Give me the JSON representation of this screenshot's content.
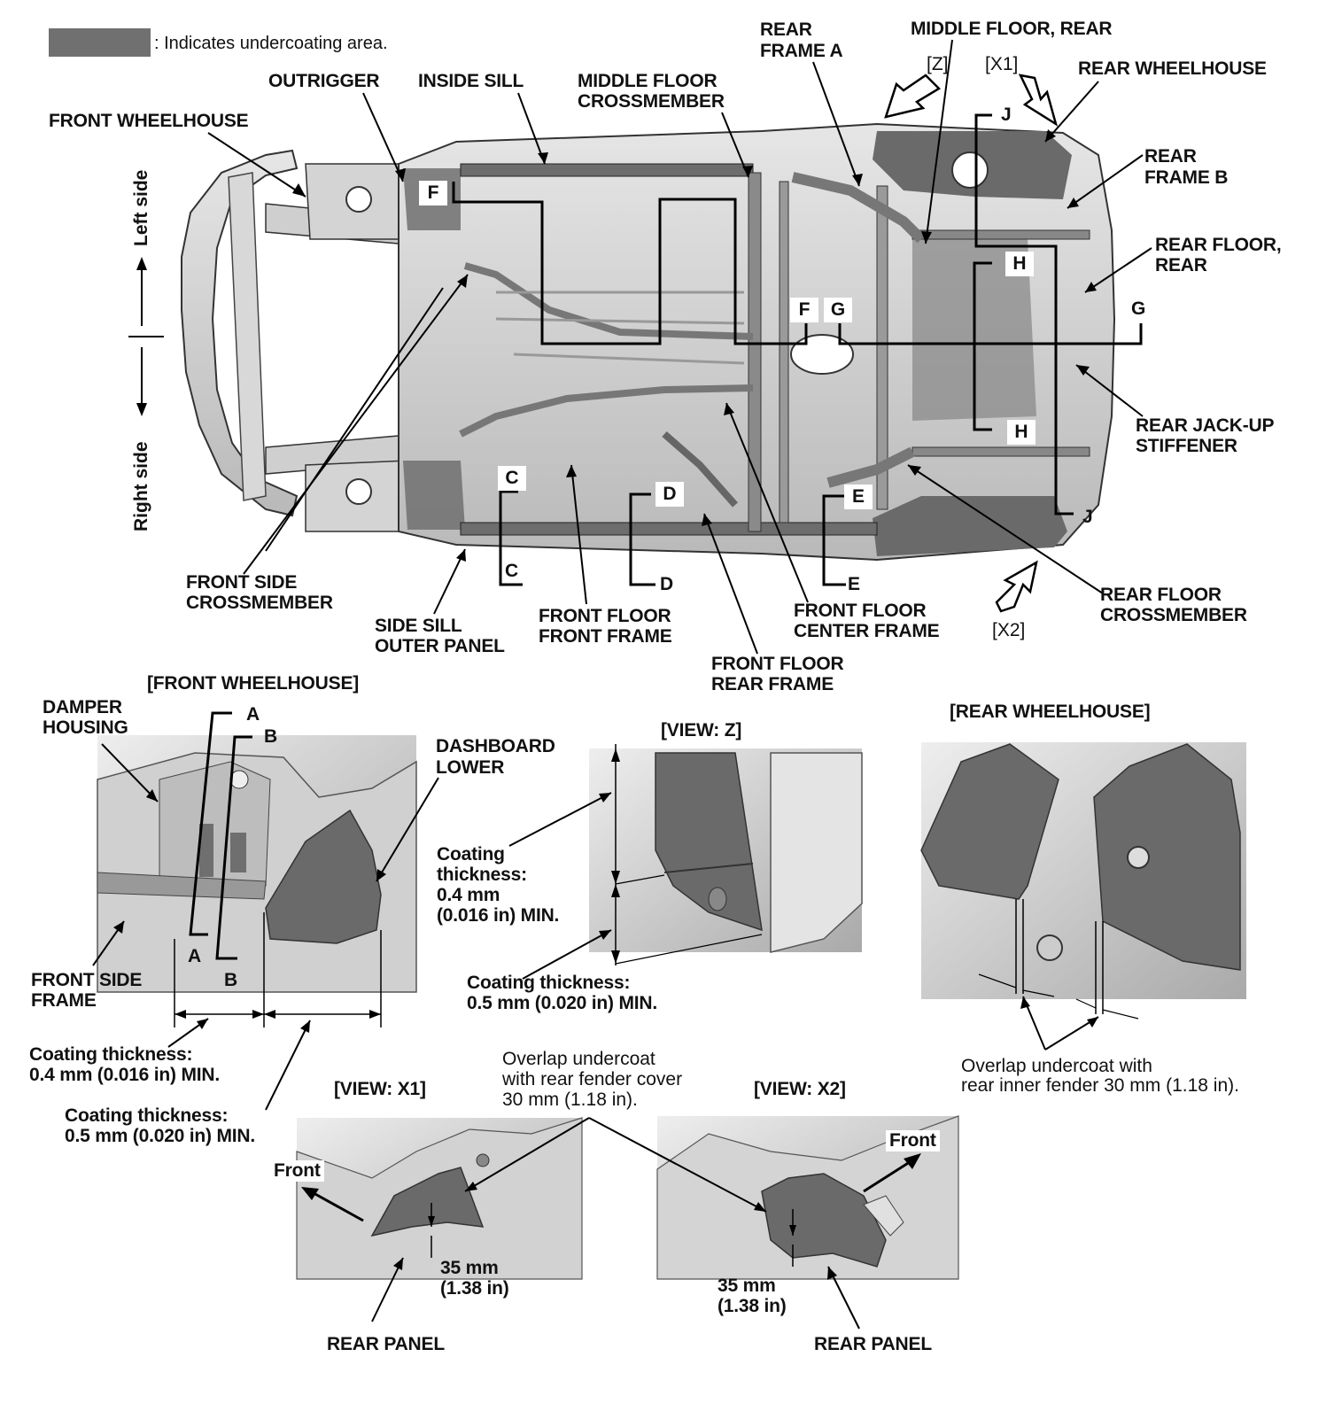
{
  "legend": {
    "text": ": Indicates undercoating area."
  },
  "sides": {
    "left": "Left side",
    "right": "Right side"
  },
  "labels": {
    "outrigger": "OUTRIGGER",
    "inside_sill": "INSIDE SILL",
    "middle_floor_crossmember_1": "MIDDLE FLOOR",
    "middle_floor_crossmember_2": "CROSSMEMBER",
    "rear_frame_a_1": "REAR",
    "rear_frame_a_2": "FRAME A",
    "middle_floor_rear": "MIDDLE FLOOR, REAR",
    "view_z_tag": "[Z]",
    "view_x1_tag": "[X1]",
    "rear_wheelhouse": "REAR WHEELHOUSE",
    "front_wheelhouse": "FRONT WHEELHOUSE",
    "rear_frame_b_1": "REAR",
    "rear_frame_b_2": "FRAME B",
    "rear_floor_rear_1": "REAR FLOOR,",
    "rear_floor_rear_2": "REAR",
    "rear_jackup_1": "REAR JACK-UP",
    "rear_jackup_2": "STIFFENER",
    "rear_floor_cross_1": "REAR FLOOR",
    "rear_floor_cross_2": "CROSSMEMBER",
    "view_x2_tag": "[X2]",
    "front_side_cross_1": "FRONT SIDE",
    "front_side_cross_2": "CROSSMEMBER",
    "side_sill_1": "SIDE SILL",
    "side_sill_2": "OUTER PANEL",
    "ff_front_1": "FRONT FLOOR",
    "ff_front_2": "FRONT FRAME",
    "ff_rear_1": "FRONT FLOOR",
    "ff_rear_2": "REAR FRAME",
    "ff_center_1": "FRONT FLOOR",
    "ff_center_2": "CENTER FRAME"
  },
  "sections": [
    "F",
    "F",
    "G",
    "G",
    "H",
    "H",
    "J",
    "J",
    "C",
    "C",
    "D",
    "D",
    "E",
    "E",
    "A",
    "A",
    "B",
    "B"
  ],
  "front_wheelhouse_view": {
    "title": "[FRONT WHEELHOUSE]",
    "damper_1": "DAMPER",
    "damper_2": "HOUSING",
    "dash_1": "DASHBOARD",
    "dash_2": "LOWER",
    "fsf_1": "FRONT SIDE",
    "fsf_2": "FRAME",
    "coat1_1": "Coating thickness:",
    "coat1_2": "0.4 mm (0.016 in) MIN.",
    "coat2_1": "Coating thickness:",
    "coat2_2": "0.5 mm (0.020 in) MIN."
  },
  "view_z": {
    "title": "[VIEW: Z]",
    "coat1_1": "Coating",
    "coat1_2": "thickness:",
    "coat1_3": "0.4 mm",
    "coat1_4": "(0.016 in) MIN.",
    "coat2_1": "Coating thickness:",
    "coat2_2": "0.5 mm (0.020 in) MIN."
  },
  "rear_wheelhouse_view": {
    "title": "[REAR WHEELHOUSE]",
    "note_1": "Overlap undercoat with",
    "note_2": "rear inner fender 30 mm (1.18 in)."
  },
  "view_x1": {
    "title": "[VIEW: X1]",
    "front": "Front",
    "dim_1": "35 mm",
    "dim_2": "(1.38 in)",
    "rear_panel": "REAR PANEL"
  },
  "view_x2": {
    "title": "[VIEW: X2]",
    "front": "Front",
    "dim_1": "35 mm",
    "dim_2": "(1.38 in)",
    "rear_panel": "REAR PANEL"
  },
  "overlap_note": {
    "line1": "Overlap undercoat",
    "line2": "with rear fender cover",
    "line3": "30 mm (1.18 in)."
  },
  "colors": {
    "panel": "#c9c9c9",
    "panel_light": "#e2e2e2",
    "coat": "#6f6f6f",
    "frame_dark": "#555555"
  }
}
